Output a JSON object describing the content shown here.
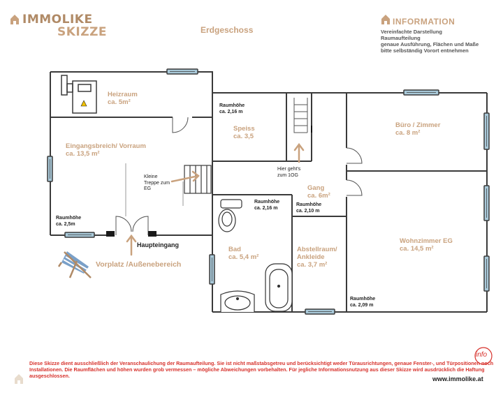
{
  "brand": {
    "line1": "IMMOLIKE",
    "line2": "SKIZZE"
  },
  "title": "Erdgeschoss",
  "info": {
    "title": "INFORMATION",
    "lines": [
      "Vereinfachte Darstellung",
      "Raumaufteilung",
      "genaue Ausführung, Flächen und Maße",
      "bitte selbständig Vorort entnehmen"
    ]
  },
  "rooms": {
    "heizraum": {
      "name": "Heizraum",
      "area": "ca. 5m²"
    },
    "eingang": {
      "name": "Eingangsbreich/ Vorraum",
      "area": "ca. 13,5 m²"
    },
    "speiss": {
      "name": "Speiss",
      "area": "ca. 3,5"
    },
    "buero": {
      "name": "Büro / Zimmer",
      "area": "ca. 8 m²"
    },
    "gang": {
      "name": "Gang",
      "area": "ca. 6m²"
    },
    "wohnzimmer": {
      "name": "Wohnzimmer EG",
      "area": "ca. 14,5 m²"
    },
    "bad": {
      "name": "Bad",
      "area": "ca. 5,4 m²"
    },
    "abstell": {
      "name": "Abstellraum/",
      "name2": "Ankleide",
      "area": "ca. 3,7 m²"
    }
  },
  "heights": {
    "speiss": {
      "l1": "Raumhöhe",
      "l2": "ca. 2,16 m"
    },
    "eingang": {
      "l1": "Raumhöhe",
      "l2": "ca. 2,5m"
    },
    "bad": {
      "l1": "Raumhöhe",
      "l2": "ca. 2,16 m"
    },
    "gang": {
      "l1": "Raumhöhe",
      "l2": "ca. 2,10 m"
    },
    "wohn": {
      "l1": "Raumhöhe",
      "l2": "ca. 2,09 m"
    }
  },
  "notes": {
    "stairs_small": {
      "l1": "Kleine",
      "l2": "Treppe zum",
      "l3": "EG"
    },
    "stairs_up": {
      "l1": "Hier geht's",
      "l2": "zum 1OG"
    },
    "entrance": "Haupteingang",
    "outdoor": "Vorplatz /Außenebereich"
  },
  "disclaimer": "Diese Skizze dient ausschließlich der Veranschaulichung der Raumaufteilung. Sie ist nicht maßstabsgetreu und berücksichtigt weder Türausrichtungen, genaue Fenster-, und Türpositionen  noch Installationen. Die Raumflächen und höhen  wurden grob vermessen – mögliche Abweichungen vorbehalten.  Für jegliche Informationsnutzung aus dieser Skizze wird ausdrücklich die Haftung ausgeschlossen.",
  "footer": {
    "url": "www.immolike.at",
    "info_badge": "info"
  },
  "colors": {
    "accent": "#c9a27e",
    "wall": "#3a3a3a",
    "window": "#a9c9d9",
    "warning": "#d7322c"
  }
}
